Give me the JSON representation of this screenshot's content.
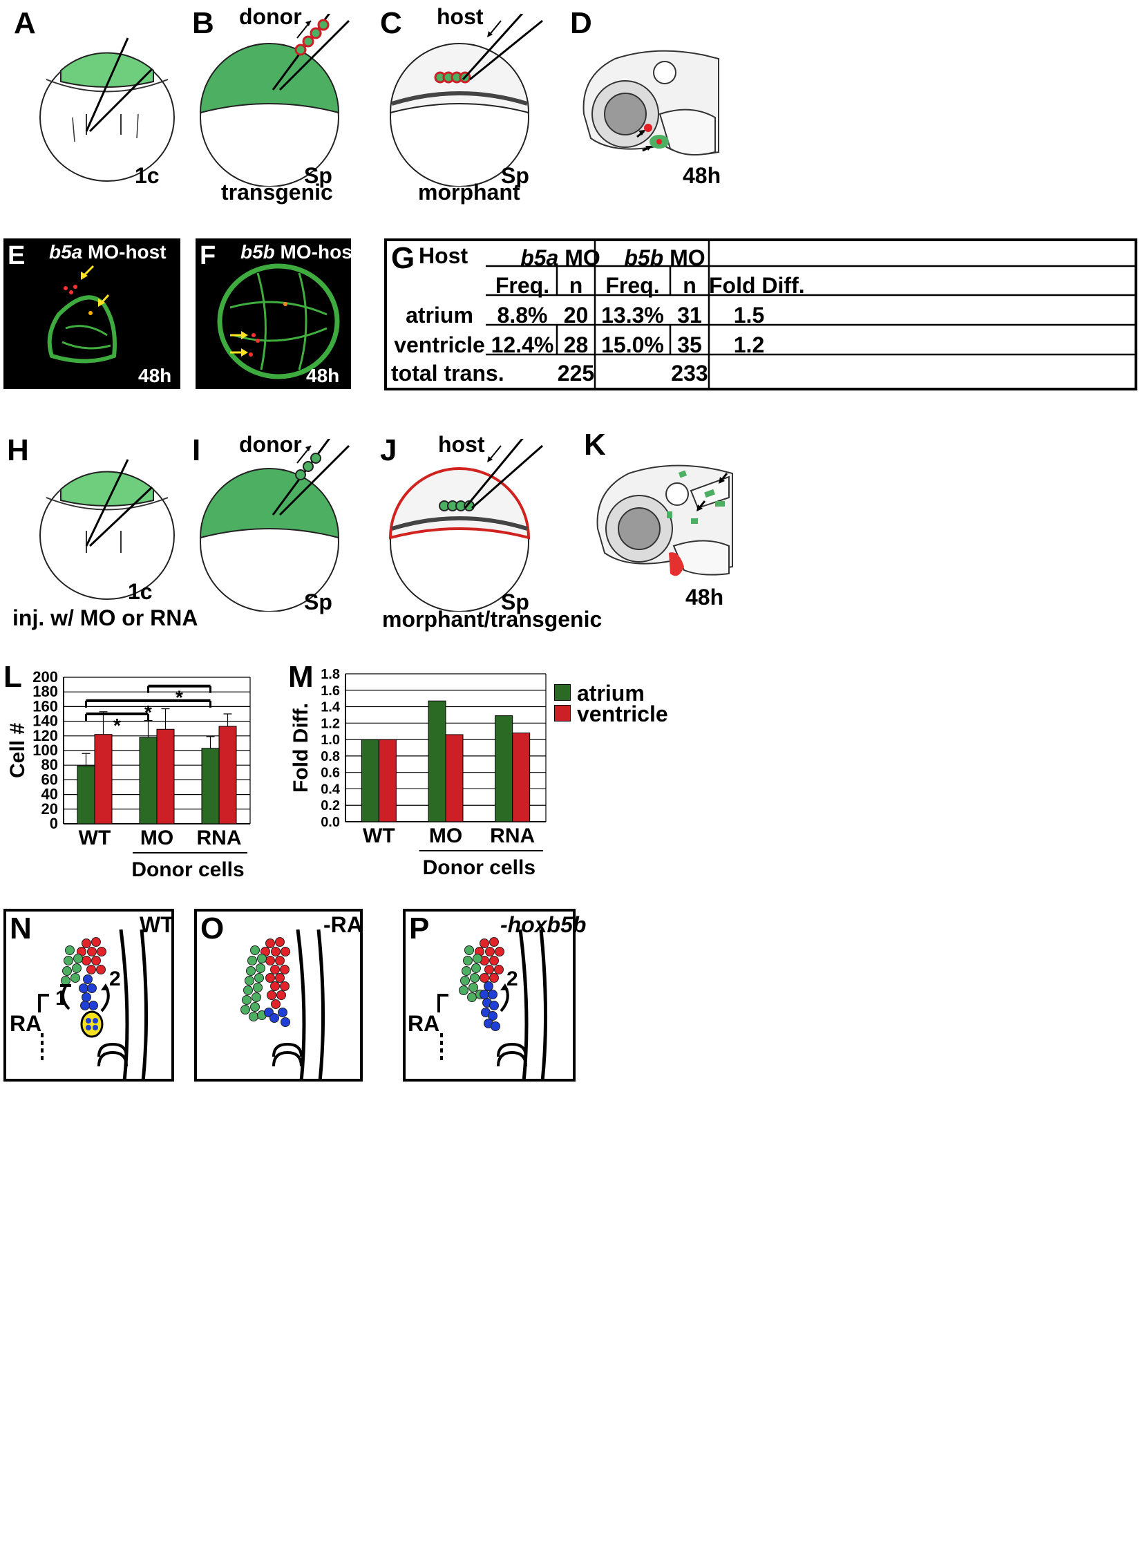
{
  "panels": {
    "A": {
      "letter": "A",
      "caption": "1c"
    },
    "B": {
      "letter": "B",
      "top": "donor",
      "stage": "Sp",
      "bottom": "transgenic"
    },
    "C": {
      "letter": "C",
      "top": "host",
      "stage": "Sp",
      "bottom": "morphant"
    },
    "D": {
      "letter": "D",
      "caption": "48h"
    },
    "E": {
      "letter": "E",
      "gene": "b5a",
      "suffix": " MO-host",
      "time": "48h"
    },
    "F": {
      "letter": "F",
      "gene": "b5b",
      "suffix": " MO-host",
      "time": "48h"
    },
    "G": {
      "letter": "G",
      "host": "Host",
      "col_b5a_gene": "b5a",
      "col_b5a_suffix": " MO",
      "col_b5b_gene": "b5b",
      "col_b5b_suffix": " MO",
      "sub_freq": "Freq.",
      "sub_n": "n",
      "sub_fold": "Fold Diff.",
      "rows": [
        {
          "label": "atrium",
          "a_freq": "8.8%",
          "a_n": "20",
          "b_freq": "13.3%",
          "b_n": "31",
          "fold": "1.5"
        },
        {
          "label": "ventricle",
          "a_freq": "12.4%",
          "a_n": "28",
          "b_freq": "15.0%",
          "b_n": "35",
          "fold": "1.2"
        },
        {
          "label": "total trans.",
          "a_freq": "",
          "a_n": "225",
          "b_freq": "",
          "b_n": "233",
          "fold": ""
        }
      ]
    },
    "H": {
      "letter": "H",
      "stage": "1c",
      "bottom": "inj. w/ MO or RNA"
    },
    "I": {
      "letter": "I",
      "top": "donor",
      "stage": "Sp"
    },
    "J": {
      "letter": "J",
      "top": "host",
      "stage": "Sp",
      "bottom": "morphant/transgenic"
    },
    "K": {
      "letter": "K",
      "caption": "48h"
    },
    "L": {
      "letter": "L"
    },
    "M": {
      "letter": "M"
    },
    "N": {
      "letter": "N",
      "corner": "WT",
      "ra": "RA",
      "n1": "1",
      "n2": "2"
    },
    "O": {
      "letter": "O",
      "corner": "-RA"
    },
    "P": {
      "letter": "P",
      "corner": "-hoxb5b",
      "ra": "RA",
      "n2": "2"
    }
  },
  "legend": {
    "atrium": "atrium",
    "ventricle": "ventricle"
  },
  "colors": {
    "atrium": "#2b6a24",
    "ventricle": "#cc1f26",
    "green_cap": "#4caf62",
    "blue_cell": "#1f3fd6",
    "yellow": "#f6e21c"
  },
  "chart_data": [
    {
      "type": "bar",
      "panel": "L",
      "categories": [
        "WT",
        "MO",
        "RNA"
      ],
      "xlabel": "Donor cells",
      "ylabel": "Cell #",
      "ylim": [
        0,
        200
      ],
      "yticks": [
        0,
        20,
        40,
        60,
        80,
        100,
        120,
        140,
        160,
        180,
        200
      ],
      "series": [
        {
          "name": "atrium",
          "values": [
            79,
            118,
            103
          ],
          "errors": [
            17,
            23,
            16
          ]
        },
        {
          "name": "ventricle",
          "values": [
            122,
            129,
            133
          ],
          "errors": [
            31,
            28,
            17
          ]
        }
      ],
      "significance": [
        "*",
        "*",
        "*"
      ],
      "grid": true
    },
    {
      "type": "bar",
      "panel": "M",
      "categories": [
        "WT",
        "MO",
        "RNA"
      ],
      "xlabel": "Donor cells",
      "ylabel": "Fold Diff.",
      "ylim": [
        0,
        1.8
      ],
      "yticks": [
        "0.0",
        "0.2",
        "0.4",
        "0.6",
        "0.8",
        "1.0",
        "1.2",
        "1.4",
        "1.6",
        "1.8"
      ],
      "series": [
        {
          "name": "atrium",
          "values": [
            1.0,
            1.47,
            1.29
          ]
        },
        {
          "name": "ventricle",
          "values": [
            1.0,
            1.06,
            1.08
          ]
        }
      ],
      "legend": "right",
      "grid": true
    }
  ]
}
